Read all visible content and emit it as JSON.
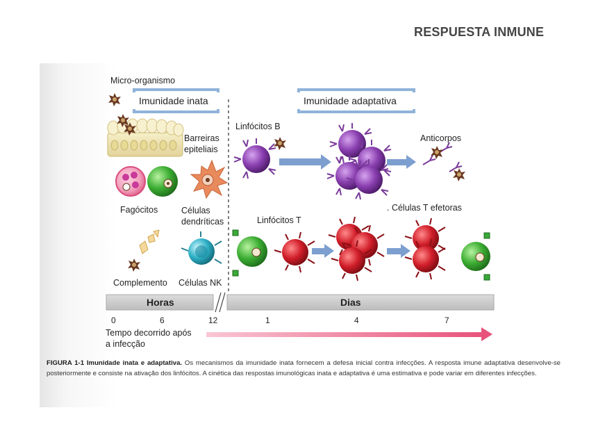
{
  "slide": {
    "title": "RESPUESTA INMUNE"
  },
  "figure": {
    "innate_header": "Imunidade inata",
    "adaptive_header": "Imunidade adaptativa",
    "labels": {
      "microorganism": "Micro-organismo",
      "epithelial_line1": "Barreiras",
      "epithelial_line2": "epiteliais",
      "phagocytes": "Fagócitos",
      "dendritic_line1": "Células",
      "dendritic_line2": "dendríticas",
      "complement": "Complemento",
      "nk_cells": "Células NK",
      "b_lymphocytes": "Linfócitos B",
      "antibodies": "Anticorpos",
      "t_lymphocytes": "Linfócitos T",
      "effector_t": ". Células T efetoras"
    },
    "timeline": {
      "hours_label": "Horas",
      "days_label": "Dias",
      "ticks": [
        "0",
        "6",
        "12",
        "1",
        "4",
        "7"
      ],
      "elapsed_line1": "Tempo decorrido após",
      "elapsed_line2": "a infecção"
    },
    "caption": {
      "figure_label": "FIGURA 1-1 Imunidade inata e adaptativa.",
      "text": " Os mecanismos da imunidade inata fornecem a defesa inicial contra infecções. A resposta imune adaptativa desenvolve-se posteriormente e consiste na ativação dos linfócitos. A cinética das respostas imunológicas inata e adaptativa é uma estimativa e pode variar em diferentes infecções."
    },
    "colors": {
      "header_bracket": "#8fb3d9",
      "b_cell": "#7a3c9a",
      "t_cell": "#c8202a",
      "phagocyte_green": "#3aa83a",
      "phagocyte_pink": "#e0467a",
      "nk_cell": "#27a3b8",
      "dendritic": "#e88a5c",
      "epithelium": "#efe3a8",
      "arrow_blue": "#7d9fd0",
      "timeline_arrow": "#e8527a",
      "microbe": "#6b3a22"
    }
  }
}
